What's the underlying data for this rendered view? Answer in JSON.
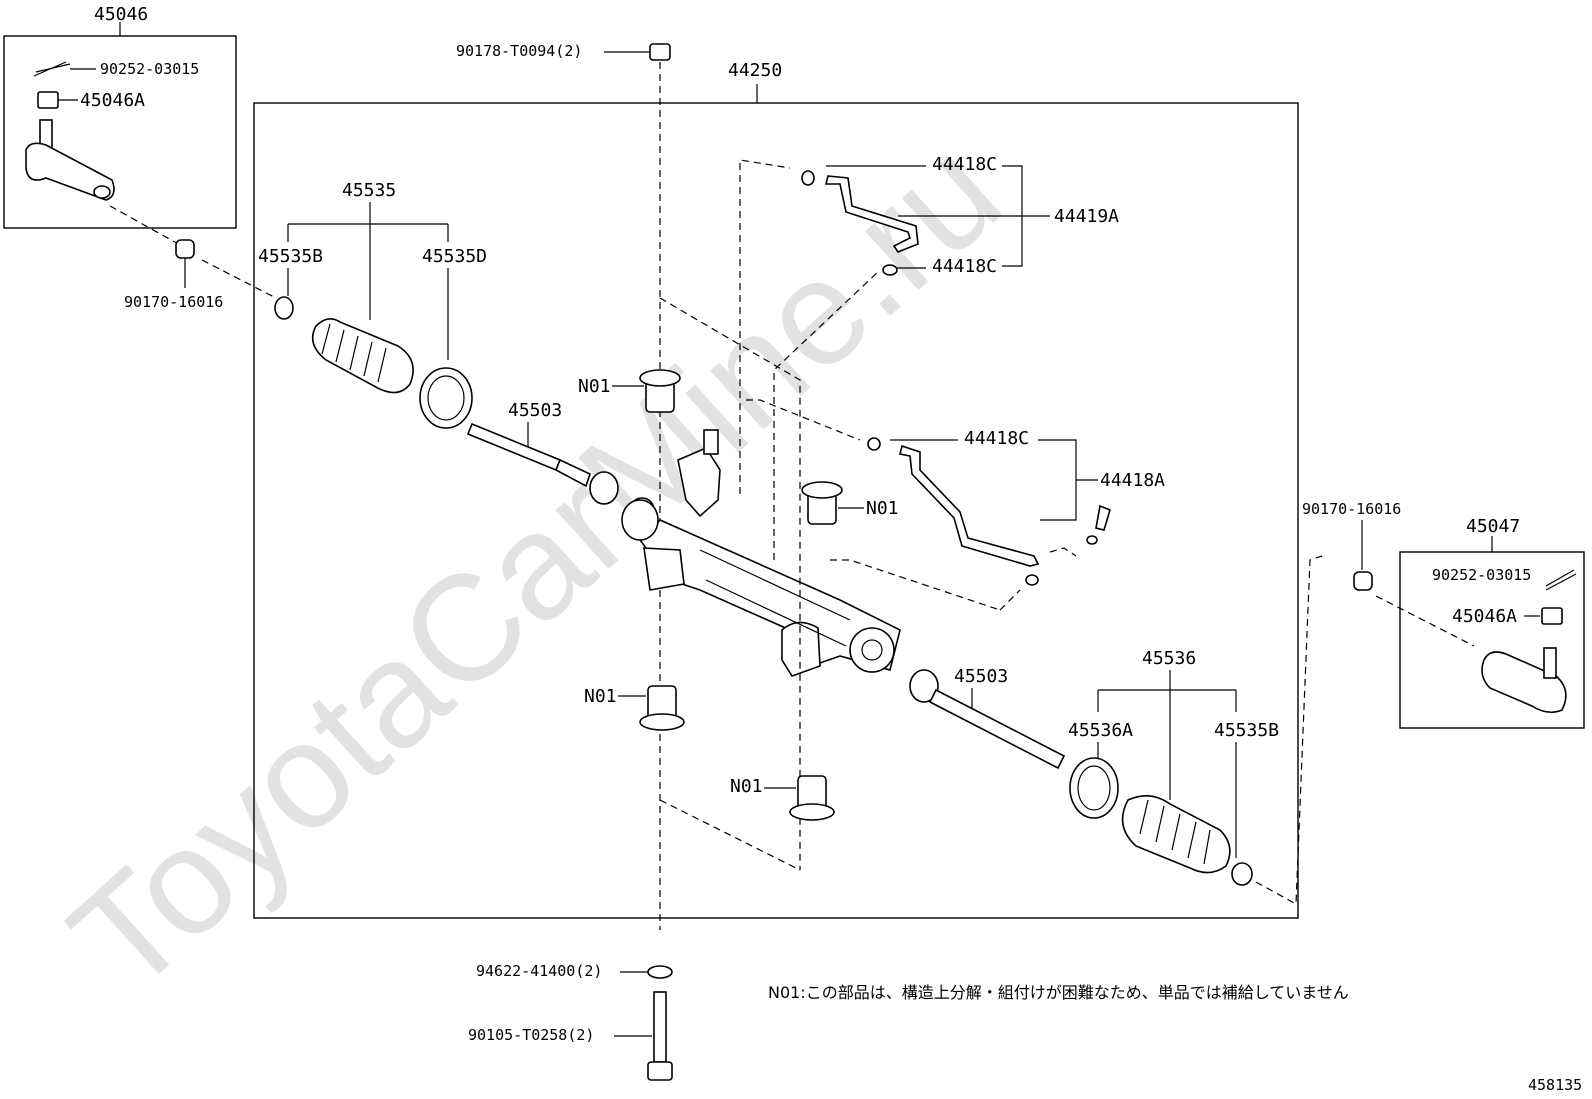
{
  "watermark": "ToyotaCarMine.ru",
  "diagram_id": "458135",
  "footnote": "N01:この部品は、構造上分解・組付けが困難なため、単品では補給していません",
  "callouts": {
    "tie_rod_end_lh": "45046",
    "cotter_pin_lh": "90252-03015",
    "nut_lh": "45046A",
    "nut_rh_side_lh": "90170-16016",
    "bolt_top": "90178-T0094(2)",
    "gear_assy": "44250",
    "boot_lh": "45535",
    "clip_lh": "45535B",
    "clamp_lh": "45535D",
    "rack_end_lh": "45503",
    "bush_upper_lh": "N01",
    "tube_union_1": "44418C",
    "tube_no1": "44419A",
    "tube_union_2": "44418C",
    "tube_union_3": "44418C",
    "tube_no2": "44418A",
    "bush_upper_rh": "N01",
    "bush_lower_lh": "N01",
    "bush_lower_rh": "N01",
    "rack_end_rh": "45503",
    "boot_rh": "45536",
    "clamp_rh": "45536A",
    "clip_rh": "45535B",
    "nut_rh": "90170-16016",
    "tie_rod_end_rh": "45047",
    "cotter_pin_rh": "90252-03015",
    "nut_rh_box": "45046A",
    "washer_bottom": "94622-41400(2)",
    "bolt_bottom": "90105-T0258(2)"
  }
}
